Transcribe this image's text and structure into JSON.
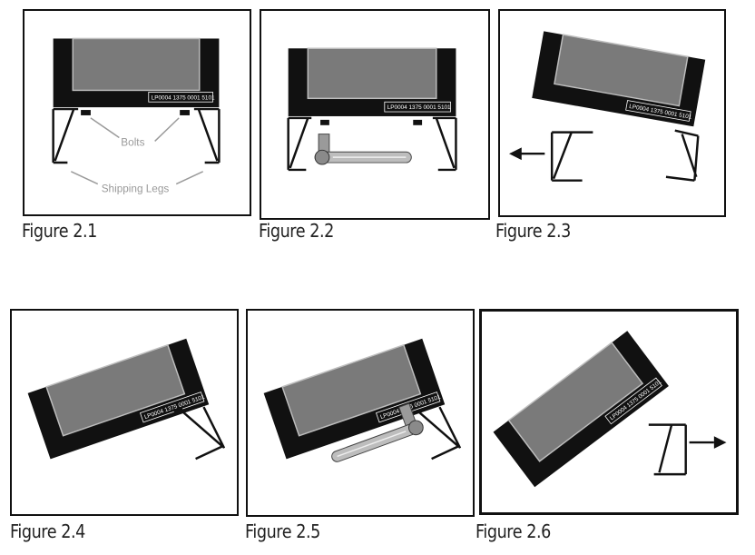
{
  "figures": [
    {
      "caption": "Figure 2.1",
      "serial": "LP0004 1375 0001 5101",
      "labels": {
        "bolts": "Bolts",
        "legs": "Shipping Legs"
      }
    },
    {
      "caption": "Figure 2.2",
      "serial": "LP0004 1375 0001 5101"
    },
    {
      "caption": "Figure 2.3",
      "serial": "LP0004 1375 0001 5101"
    },
    {
      "caption": "Figure 2.4",
      "serial": "LP0004 1375 0001 5101"
    },
    {
      "caption": "Figure 2.5",
      "serial": "LP0004 1375 0001 5101"
    },
    {
      "caption": "Figure 2.6",
      "serial": "LP0004 1375 0001 5101"
    }
  ],
  "colors": {
    "frame": "#111111",
    "screen": "#7a7a7a",
    "screen_border": "#bdbdbd",
    "callout": "#9a9a9a"
  }
}
